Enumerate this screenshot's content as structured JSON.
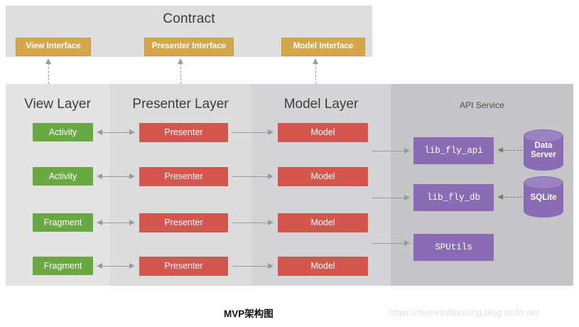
{
  "contract": {
    "title": "Contract",
    "interfaces": [
      {
        "label": "View Interface"
      },
      {
        "label": "Presenter Interface"
      },
      {
        "label": "Model Interface"
      }
    ]
  },
  "layers": {
    "view": {
      "title": "View Layer"
    },
    "presenter": {
      "title": "Presenter Layer"
    },
    "model": {
      "title": "Model Layer"
    },
    "api": {
      "title": "API Service"
    }
  },
  "rows": [
    {
      "view": "Activity",
      "presenter": "Presenter",
      "model": "Model"
    },
    {
      "view": "Activity",
      "presenter": "Presenter",
      "model": "Model"
    },
    {
      "view": "Fragment",
      "presenter": "Presenter",
      "model": "Model"
    },
    {
      "view": "Fragment",
      "presenter": "Presenter",
      "model": "Model"
    }
  ],
  "api_modules": [
    {
      "label": "lib_fly_api"
    },
    {
      "label": "lib_fly_db"
    },
    {
      "label": "SPUtils"
    }
  ],
  "datastores": [
    {
      "line1": "Data",
      "line2": "Server"
    },
    {
      "line1": "SQLite",
      "line2": ""
    }
  ],
  "caption": "MVP架构图",
  "watermark": "https://menxindiaolong.blog.csdn.net",
  "colors": {
    "interface": "#d4a74c",
    "view_node": "#6aa844",
    "presenter_node": "#d4564f",
    "model_node": "#d4564f",
    "api_node": "#8a6cb4",
    "datastore": "#8a6cb4",
    "contract_bg": "#dededf",
    "band_view_bg": "#e4e4e4",
    "band_presenter_bg": "#dcdcdd",
    "band_model_bg": "#d5d5d7",
    "band_api_bg": "#c6c6c8",
    "arrow": "#9a9a9a",
    "dashed_arrow": "#7c7c7c"
  }
}
